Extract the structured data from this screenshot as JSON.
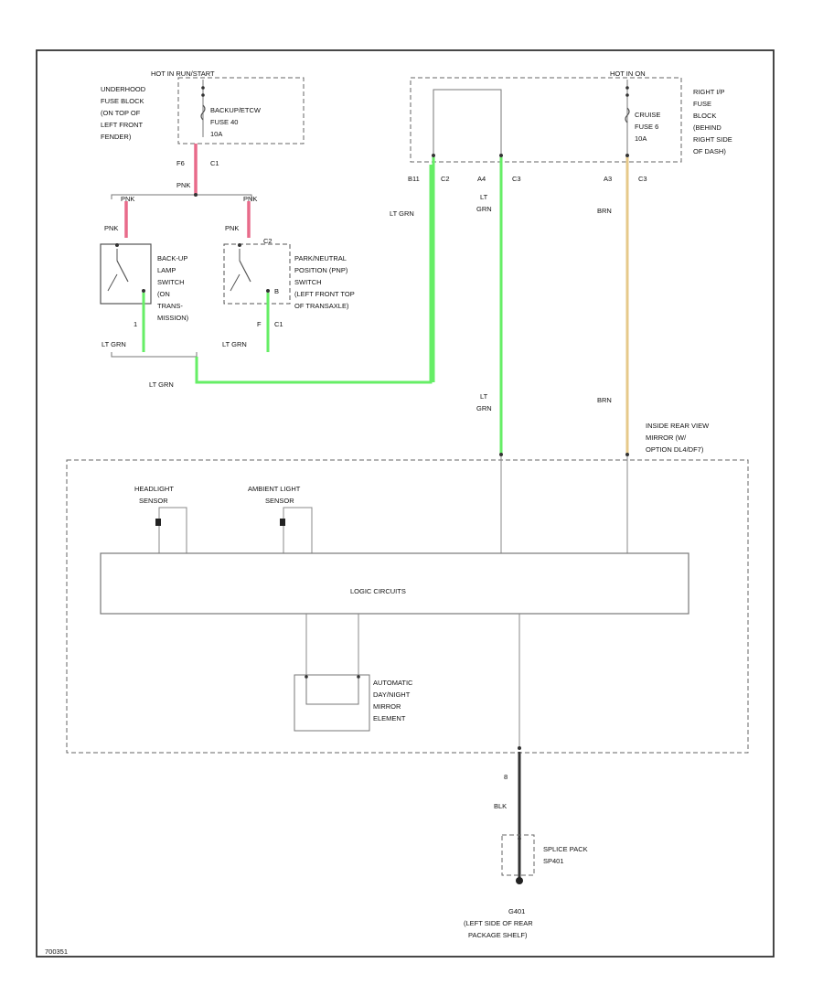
{
  "colors": {
    "frame": "#333333",
    "wire_plain": "#7a7a7a",
    "wire_pink": "#e86b8a",
    "wire_lt_grn": "#66ee66",
    "wire_brn": "#e6c98a",
    "wire_blk": "#333333"
  },
  "fuse_block_left": {
    "header": "HOT IN RUN/START",
    "location": [
      "UNDERHOOD",
      "FUSE BLOCK",
      "(ON TOP OF",
      "LEFT FRONT",
      "FENDER)"
    ],
    "fuse": [
      "BACKUP/ETCW",
      "FUSE 40",
      "10A"
    ],
    "conn_pin": "F6",
    "conn_id": "C1",
    "wire": "PNK"
  },
  "fuse_block_right": {
    "header": "HOT IN ON",
    "location": [
      "RIGHT I/P",
      "FUSE",
      "BLOCK",
      "(BEHIND",
      "RIGHT SIDE",
      "OF DASH)"
    ],
    "fuse": [
      "CRUISE",
      "FUSE 6",
      "10A"
    ],
    "pins": [
      {
        "pin": "B11",
        "conn": "C2"
      },
      {
        "pin": "A4",
        "conn": "C3"
      },
      {
        "pin": "A3",
        "conn": "C3"
      }
    ]
  },
  "backup_switch": {
    "wire_in": "PNK",
    "label": [
      "BACK-UP",
      "LAMP",
      "SWITCH",
      "(ON",
      "TRANS-",
      "MISSION)"
    ],
    "pin": "1",
    "wire_out": "LT GRN"
  },
  "pnp_switch": {
    "wire_in": "PNK",
    "conn_top": "C2",
    "conn_bottom": "C1",
    "label": [
      "PARK/NEUTRAL",
      "POSITION (PNP)",
      "SWITCH",
      "(LEFT FRONT TOP",
      "OF TRANSAXLE)"
    ],
    "pin_b": "B",
    "pin_f": "F",
    "wire_out": "LT GRN"
  },
  "wires": {
    "splice_lt_grn": "LT GRN",
    "b11_lt_grn": "LT GRN",
    "a4_lt_grn_top": [
      "LT",
      "GRN"
    ],
    "a4_lt_grn_mid": [
      "LT",
      "GRN"
    ],
    "a3_brn_top": "BRN",
    "a3_brn_mid": "BRN",
    "ground_pin": "8",
    "ground_wire": "BLK"
  },
  "mirror": {
    "label": [
      "INSIDE REAR VIEW",
      "MIRROR (W/",
      "OPTION DL4/DF7)"
    ],
    "headlight_sensor": [
      "HEADLIGHT",
      "SENSOR"
    ],
    "ambient_sensor": [
      "AMBIENT LIGHT",
      "SENSOR"
    ],
    "logic": "LOGIC CIRCUITS",
    "element": [
      "AUTOMATIC",
      "DAY/NIGHT",
      "MIRROR",
      "ELEMENT"
    ]
  },
  "splice_pack": [
    "SPLICE PACK",
    "SP401"
  ],
  "ground": [
    "G401",
    "(LEFT SIDE OF REAR",
    "PACKAGE SHELF)"
  ],
  "diagram_id": "700351"
}
